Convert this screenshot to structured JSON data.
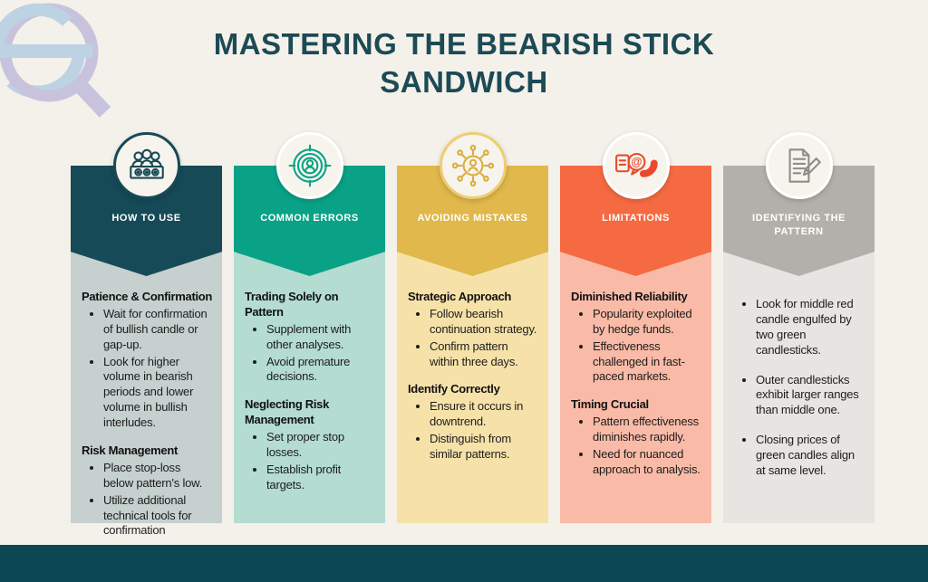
{
  "header": {
    "title_line1": "MASTERING THE BEARISH STICK",
    "title_line2": "SANDWICH",
    "title_color": "#1c4a55"
  },
  "logo": {
    "name": "sq-brand-logo",
    "s_color": "#bdd3e3",
    "q_color": "#c8c3dd"
  },
  "page": {
    "background": "#f4f1ea"
  },
  "footer": {
    "bar_color": "#0c4754"
  },
  "columns": [
    {
      "id": "how-to-use",
      "label": "HOW TO USE",
      "icon": "team-meeting-icon",
      "colors": {
        "header": "#164a57",
        "body": "#c6d0ce",
        "ring": "#164a57",
        "icon": "#164a57"
      },
      "sections": [
        {
          "heading": "Patience & Confirmation",
          "bullets": [
            "Wait for confirmation of bullish candle or gap-up.",
            "Look for higher volume in bearish periods and lower volume in bullish interludes."
          ]
        },
        {
          "heading": "Risk Management",
          "bullets": [
            "Place stop-loss below pattern's low.",
            "Utilize additional technical tools for confirmation"
          ]
        }
      ]
    },
    {
      "id": "common-errors",
      "label": "COMMON ERRORS",
      "icon": "target-user-icon",
      "colors": {
        "header": "#09a287",
        "body": "#b4dcd1",
        "ring": "#ffffff",
        "icon": "#09a287"
      },
      "sections": [
        {
          "heading": "Trading Solely on Pattern",
          "bullets": [
            "Supplement with other analyses.",
            "Avoid premature decisions."
          ]
        },
        {
          "heading": "Neglecting Risk Management",
          "bullets": [
            "Set proper stop losses.",
            "Establish profit targets."
          ]
        }
      ]
    },
    {
      "id": "avoiding-mistakes",
      "label": "AVOIDING MISTAKES",
      "icon": "network-user-icon",
      "colors": {
        "header": "#e0b84b",
        "body": "#f6e2a9",
        "ring": "#f0cd74",
        "icon": "#d9ae3c"
      },
      "sections": [
        {
          "heading": "Strategic Approach",
          "bullets": [
            "Follow bearish continuation strategy.",
            "Confirm pattern within three days."
          ]
        },
        {
          "heading": "Identify Correctly",
          "bullets": [
            "Ensure it occurs in downtrend.",
            "Distinguish from similar patterns."
          ]
        }
      ]
    },
    {
      "id": "limitations",
      "label": "LIMITATIONS",
      "icon": "contact-phone-icon",
      "colors": {
        "header": "#f66a41",
        "body": "#f9bba8",
        "ring": "#ffffff",
        "icon": "#ea4a2b"
      },
      "sections": [
        {
          "heading": "Diminished Reliability",
          "bullets": [
            "Popularity exploited by hedge funds.",
            "Effectiveness challenged in fast-paced markets."
          ]
        },
        {
          "heading": "Timing Crucial",
          "bullets": [
            "Pattern effectiveness diminishes rapidly.",
            "Need for nuanced approach to analysis."
          ]
        }
      ]
    },
    {
      "id": "identifying-the-pattern",
      "label": "IDENTIFYING THE PATTERN",
      "icon": "document-edit-icon",
      "colors": {
        "header": "#b3b0ab",
        "body": "#e7e5e1",
        "ring": "#ffffff",
        "icon": "#8f8c88"
      },
      "sections": [
        {
          "heading": "",
          "bullets": [
            "Look for middle red candle engulfed by two green candlesticks.",
            "Outer candlesticks exhibit larger ranges than middle one.",
            "Closing prices of green candles align at same level."
          ]
        }
      ]
    }
  ]
}
